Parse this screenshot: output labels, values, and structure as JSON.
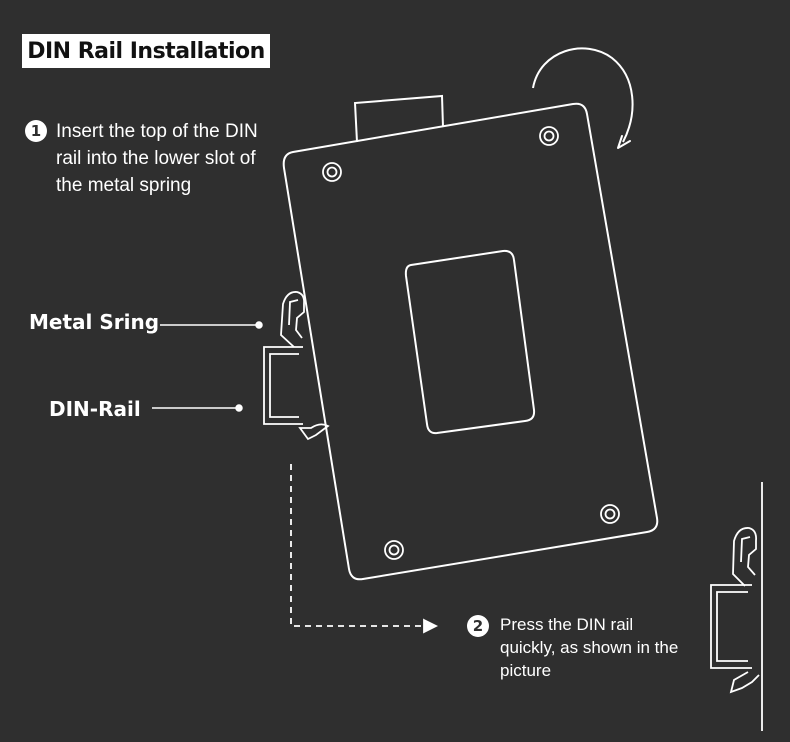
{
  "title": "DIN Rail Installation",
  "step1": {
    "number": "1",
    "text": "Insert the top of the DIN\nrail into the lower slot of\nthe metal spring"
  },
  "step2": {
    "number": "2",
    "text": "Press the DIN rail\nquickly, as shown in the\npicture"
  },
  "labels": {
    "metal_spring": "Metal Sring",
    "din_rail": "DIN-Rail"
  },
  "colors": {
    "background": "#2f2f2f",
    "line": "#ffffff",
    "title_box": "#ffffff"
  }
}
